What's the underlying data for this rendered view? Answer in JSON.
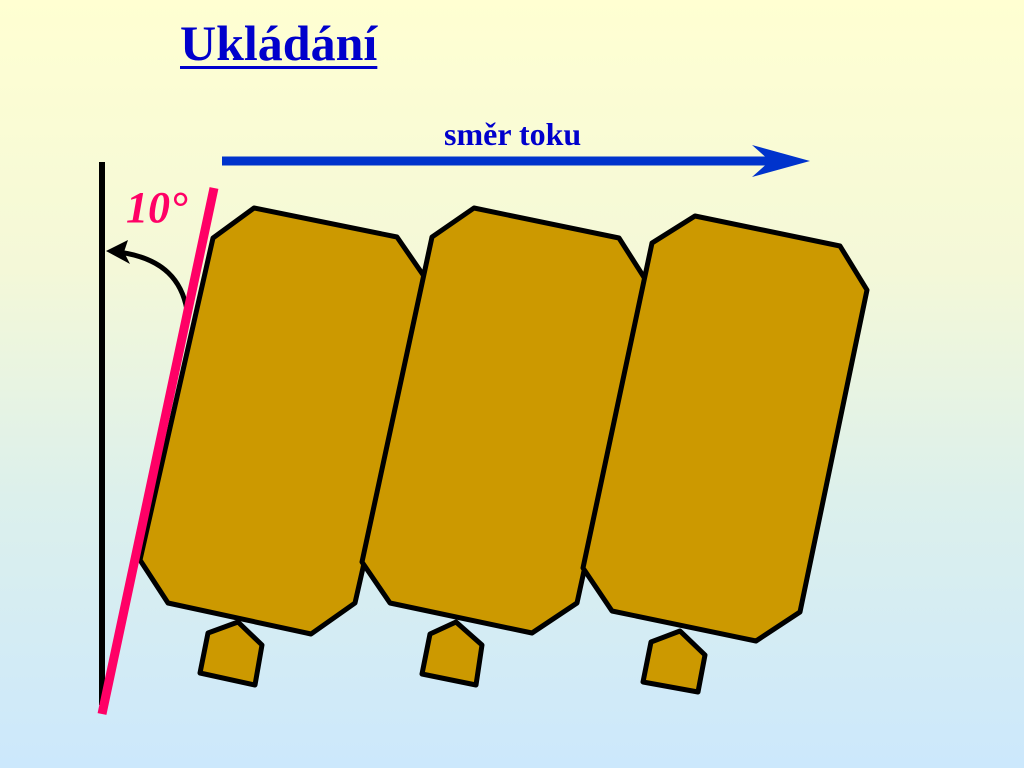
{
  "slide": {
    "title": "Ukládání",
    "flow_label": "směr toku",
    "angle_label": "10°"
  },
  "colors": {
    "background_top": "#ffffd2",
    "background_bottom": "#cce8fc",
    "title": "#0000cc",
    "flow_arrow": "#0033cc",
    "angle_line": "#ff0066",
    "block_fill": "#cc9900",
    "outline": "#000000"
  }
}
